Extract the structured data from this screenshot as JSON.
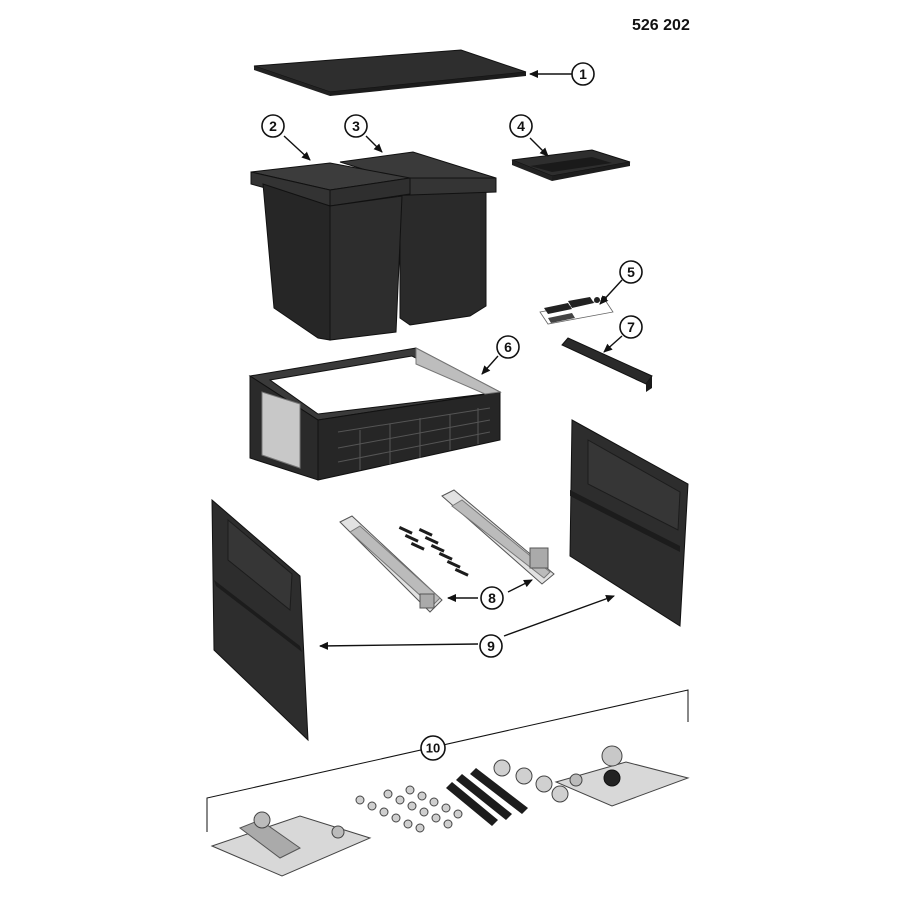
{
  "part_number": "526 202",
  "callouts": [
    {
      "id": "callout-1",
      "label": "1",
      "part": "lid"
    },
    {
      "id": "callout-2",
      "label": "2",
      "part": "bin-left"
    },
    {
      "id": "callout-3",
      "label": "3",
      "part": "bin-right"
    },
    {
      "id": "callout-4",
      "label": "4",
      "part": "tray"
    },
    {
      "id": "callout-5",
      "label": "5",
      "part": "label-sheet"
    },
    {
      "id": "callout-6",
      "label": "6",
      "part": "frame"
    },
    {
      "id": "callout-7",
      "label": "7",
      "part": "rail-bar"
    },
    {
      "id": "callout-8",
      "label": "8",
      "part": "drawer-runners"
    },
    {
      "id": "callout-9",
      "label": "9",
      "part": "side-panels"
    },
    {
      "id": "callout-10",
      "label": "10",
      "part": "fitting-set"
    }
  ],
  "colors": {
    "part_dark": "#2b2b2b",
    "part_mid": "#3a3a3a",
    "part_light": "#4a4a4a",
    "metal": "#d9d9d9",
    "line": "#111111"
  }
}
